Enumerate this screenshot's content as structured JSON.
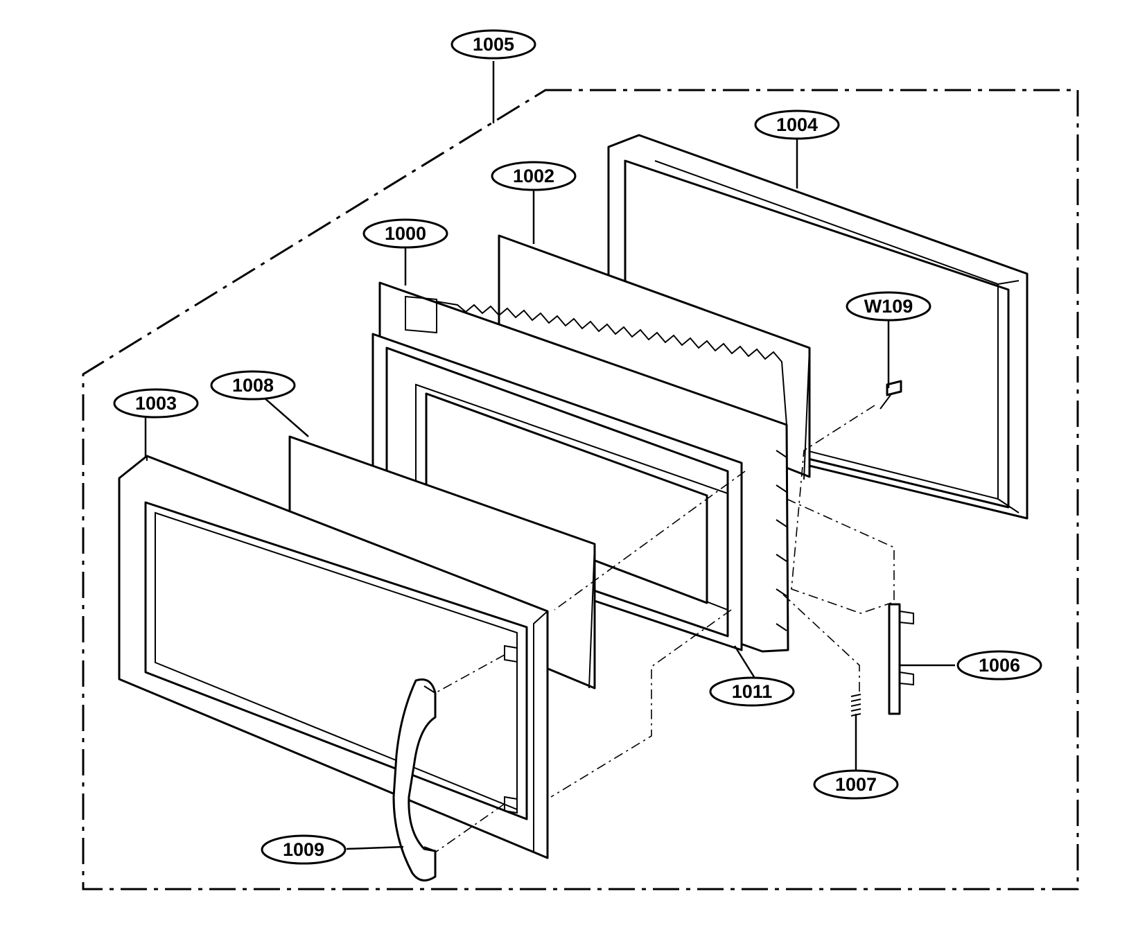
{
  "diagram": {
    "callouts": {
      "c1000": "1000",
      "c1002": "1002",
      "c1003": "1003",
      "c1004": "1004",
      "c1005": "1005",
      "c1006": "1006",
      "c1007": "1007",
      "c1008": "1008",
      "c1009": "1009",
      "c1011": "1011",
      "cW109": "W109"
    }
  }
}
